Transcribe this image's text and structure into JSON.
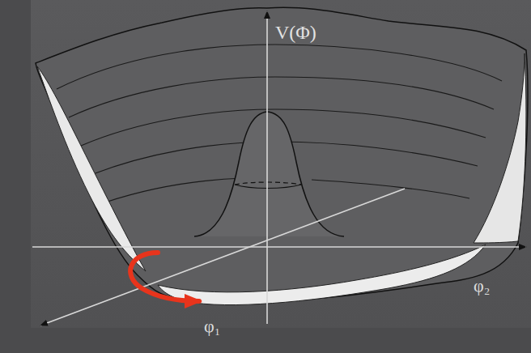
{
  "diagram": {
    "labels": [
      "V(Φ)",
      "φ₂",
      "φ₁"
    ]
  }
}
